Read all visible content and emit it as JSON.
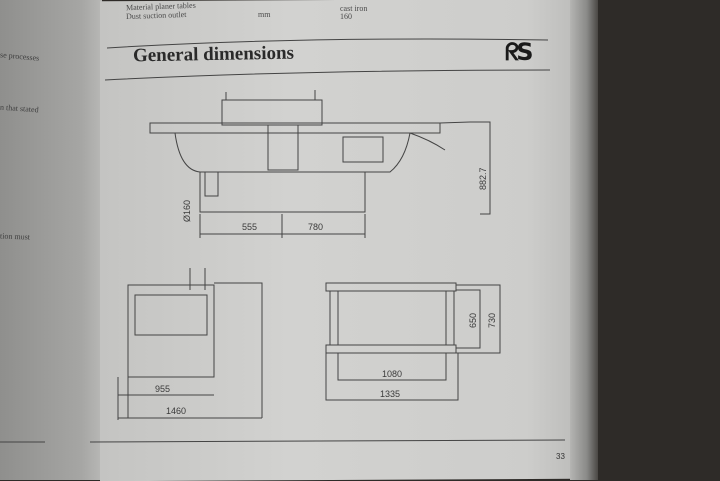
{
  "left_page": {
    "fragments": [
      "se processes",
      "n that stated",
      "tion must"
    ]
  },
  "specs": [
    {
      "label": "Material planer tables",
      "unit": "",
      "value": "cast iron"
    },
    {
      "label": "Dust suction outlet",
      "unit": "mm",
      "value": "160"
    }
  ],
  "section": {
    "title": "General dimensions",
    "logo": "RS"
  },
  "dimensions": {
    "side_view": {
      "outlet_diameter": "Ø160",
      "length_a": "555",
      "length_b": "780",
      "height": "882.7"
    },
    "front_view": {
      "inner_width": "955",
      "outer_width": "1460"
    },
    "top_view": {
      "inner_length": "1080",
      "outer_length": "1335",
      "inner_depth": "650",
      "outer_depth": "730"
    }
  },
  "page_number": "33"
}
